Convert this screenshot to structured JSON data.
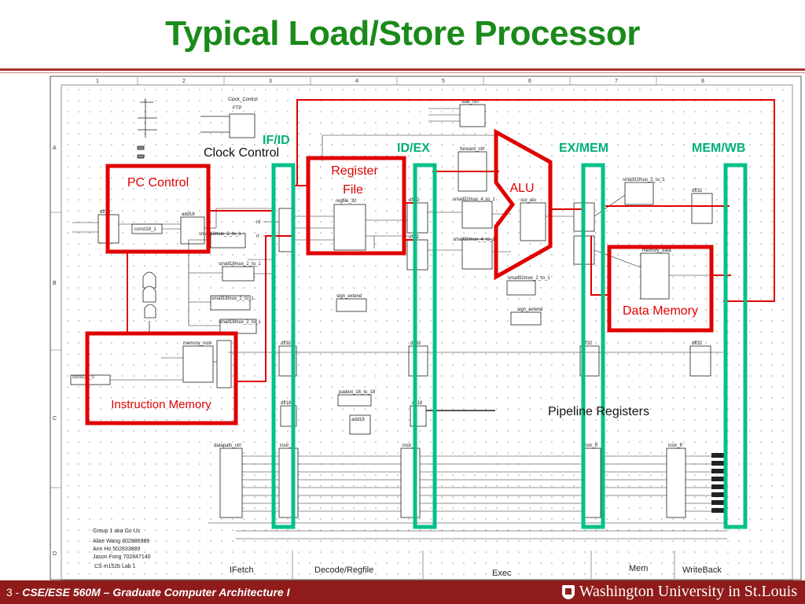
{
  "slide": {
    "title": "Typical Load/Store Processor",
    "page_number": "3 -",
    "course": "CSE/ESE 560M – Graduate Computer Architecture I",
    "university": "Washington University in St.Louis"
  },
  "colors": {
    "title": "#1a8a1a",
    "highlight_red": "#e00000",
    "pipeline_green": "#00c08a",
    "footer": "#8f1b1b"
  },
  "grid_labels": {
    "columns": [
      "1",
      "2",
      "3",
      "4",
      "5",
      "6",
      "7",
      "8"
    ],
    "rows": [
      "A",
      "B",
      "C",
      "D"
    ]
  },
  "callouts": {
    "pc_control": "PC Control",
    "register_file": [
      "Register",
      "File"
    ],
    "alu": "ALU",
    "data_memory": "Data Memory",
    "instruction_memory": "Instruction Memory",
    "clock_control": "Clock Control",
    "pipeline_registers": "Pipeline Registers"
  },
  "pipeline_stages": [
    "IF/ID",
    "ID/EX",
    "EX/MEM",
    "MEM/WB"
  ],
  "stage_names": [
    "IFetch",
    "Decode/Regfile",
    "Exec",
    "Mem",
    "WriteBack"
  ],
  "schematic_labels": {
    "clock_control_small": "Clock_Control",
    "ftp": "FTP",
    "stall_ctrl": "stall_ctrl",
    "forward_ctrl": "forward_ctrl",
    "regfile": "regfile_32",
    "add18": "add18",
    "dff18": "dff18",
    "const18": "const18_1",
    "mux_2to1_18": "small18mux_2_to_1",
    "mux_2to1_32": "small32mux_2_to_1",
    "mux_4to1_32": "small32mux_4_to_1",
    "sign_extend": "sign_extend",
    "memory_instr": "memory_instr",
    "memory_data": "memory_data",
    "dff32": "dff32",
    "dff18b": "dff18",
    "instr_ff": "instr_ff",
    "datapath_ctrl": "datapath_ctrl",
    "padext": "padext_16_to_18",
    "alu_block": "our_alu",
    "const32": "const32_0",
    "rd": "rd",
    "rt": "rt",
    "group": "Group 1 aka Go Us",
    "member1": "Alice Wang  302886989",
    "member2": "Ann Ho  502833889",
    "member3": "Jason Fong  702847140",
    "lab": "CS m152b Lab 1"
  }
}
